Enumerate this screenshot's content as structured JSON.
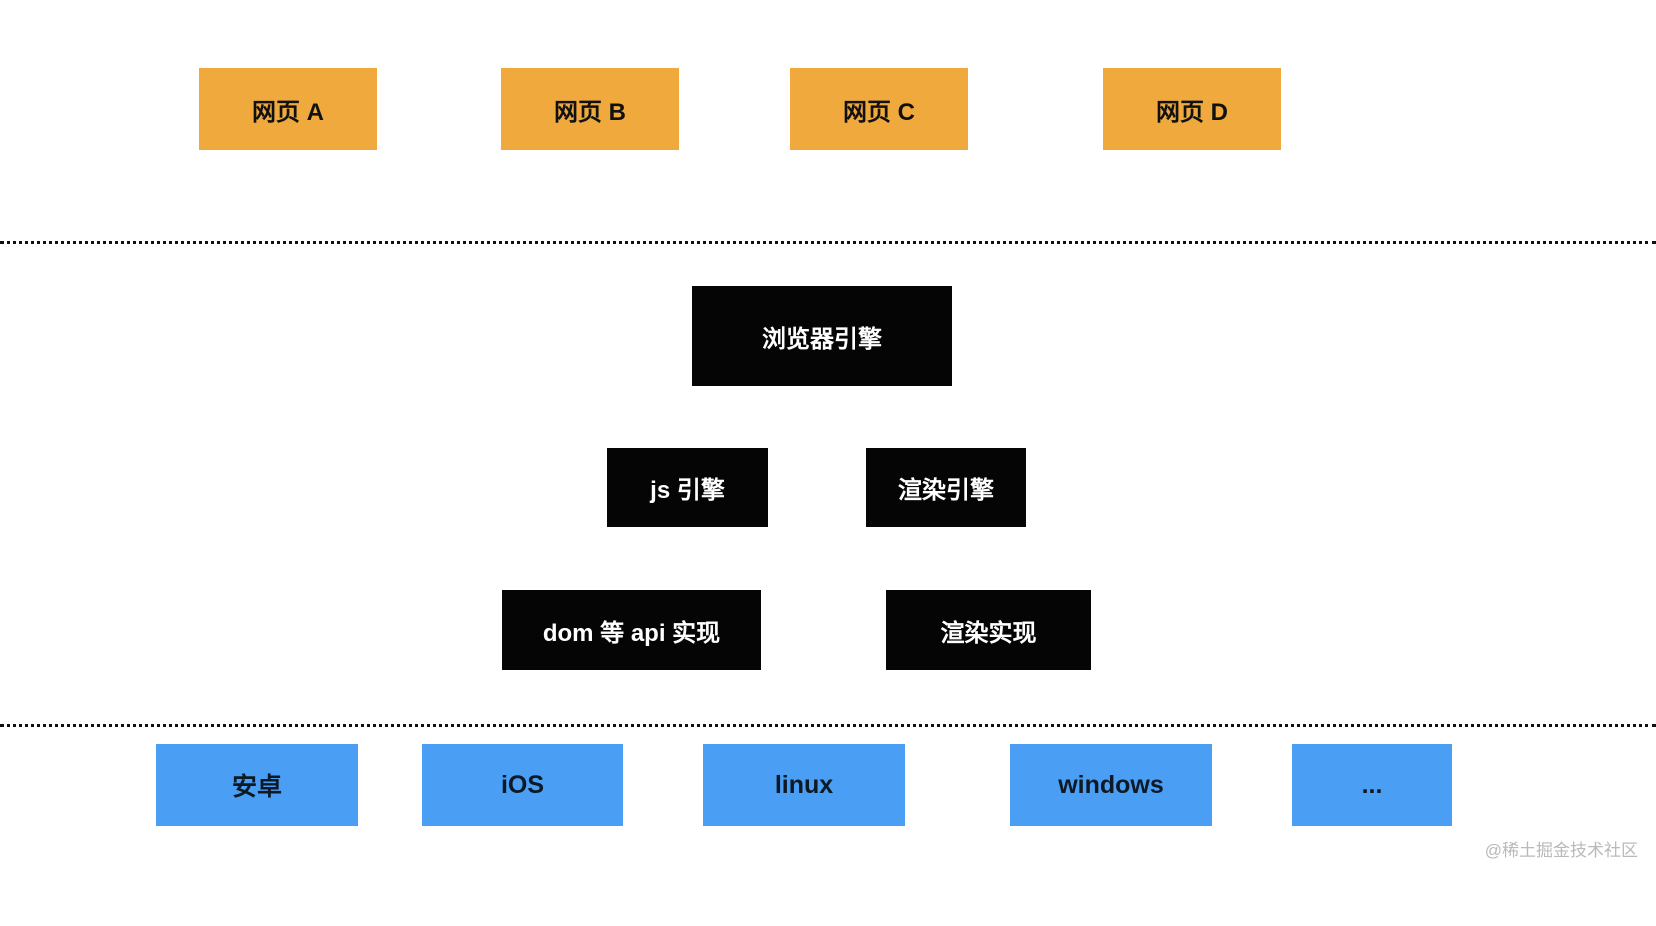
{
  "diagram": {
    "web_pages": [
      {
        "label": "网页 A"
      },
      {
        "label": "网页 B"
      },
      {
        "label": "网页 C"
      },
      {
        "label": "网页 D"
      }
    ],
    "browser_engine": {
      "label": "浏览器引擎"
    },
    "engines": [
      {
        "label": "js 引擎"
      },
      {
        "label": "渲染引擎"
      }
    ],
    "implementations": [
      {
        "label": "dom 等 api 实现"
      },
      {
        "label": "渲染实现"
      }
    ],
    "platforms": [
      {
        "label": "安卓"
      },
      {
        "label": "iOS"
      },
      {
        "label": "linux"
      },
      {
        "label": "windows"
      },
      {
        "label": "..."
      }
    ],
    "watermark": "@稀土掘金技术社区",
    "colors": {
      "web_page_bg": "#F0A93C",
      "engine_bg": "#050505",
      "engine_text": "#FFFFFF",
      "platform_bg": "#4A9EF3",
      "separator": "#111111",
      "watermark_text": "#B9B9B9"
    }
  }
}
